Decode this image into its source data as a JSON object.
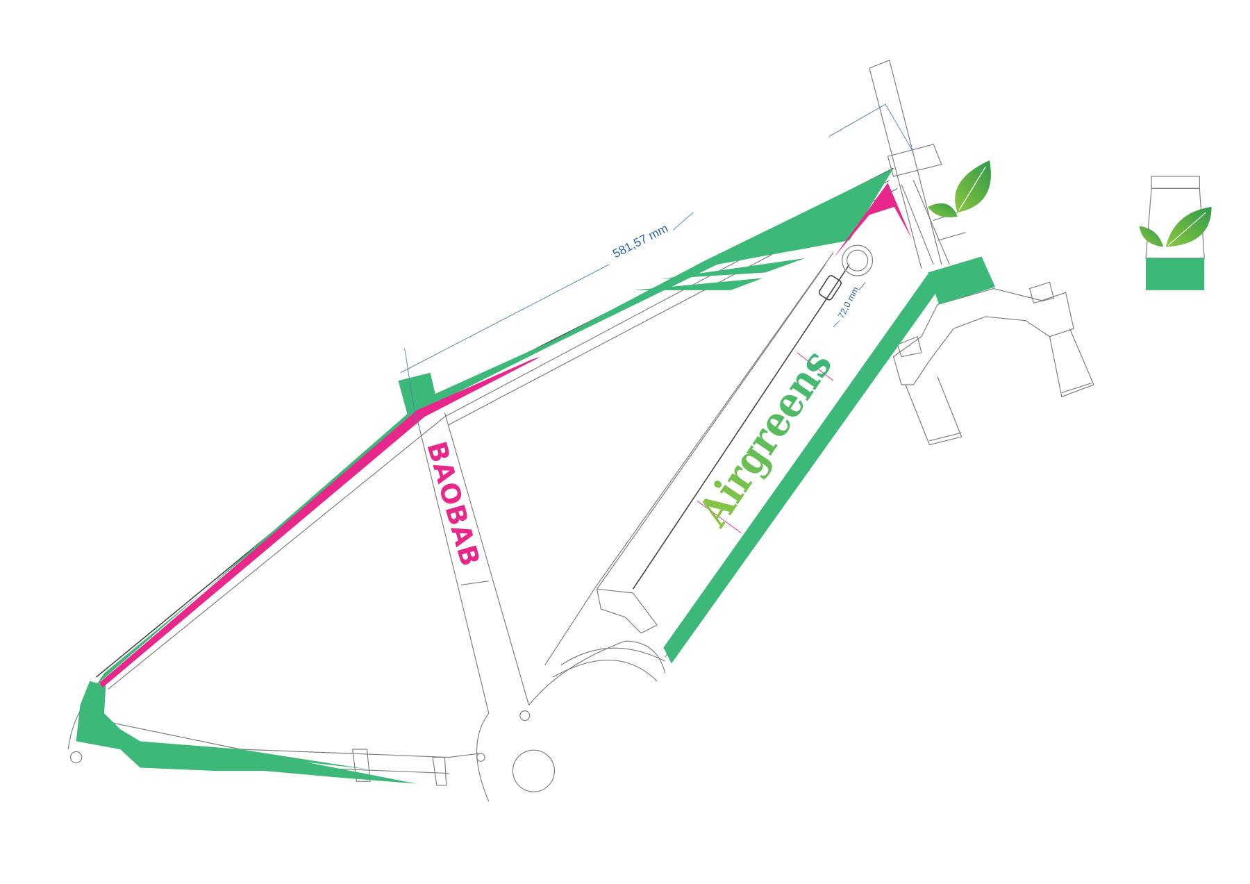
{
  "drawing": {
    "top_tube_dimension": "581,57 mm",
    "down_tube_dimension": "72,0 mm",
    "seat_tube_logo": "BAOBAB",
    "down_tube_logo": "Airgreens"
  },
  "colors": {
    "green": "#3cb878",
    "pink": "#e8278a",
    "lime": "#8cc63f",
    "dimension_blue": "#2a65a8",
    "line_gray": "#7a7a7a"
  }
}
